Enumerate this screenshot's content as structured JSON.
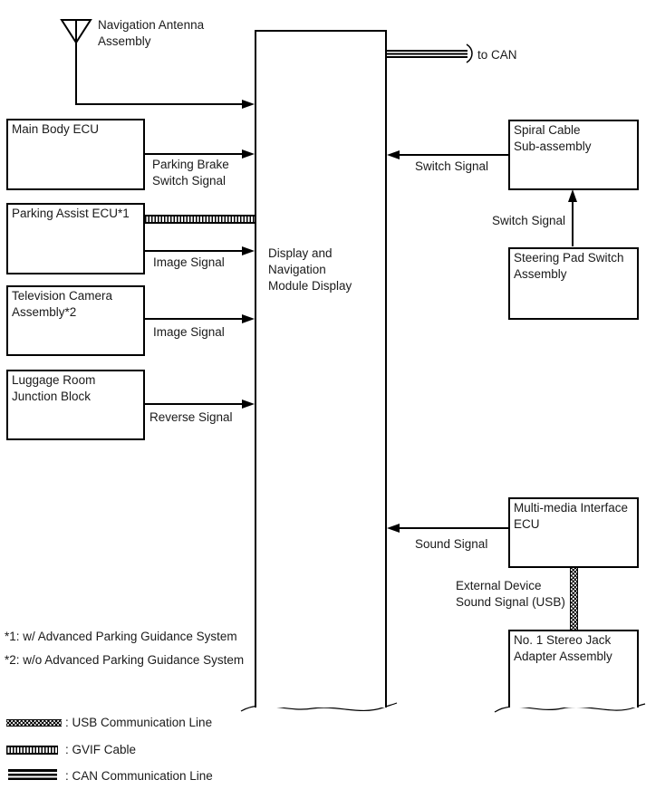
{
  "diagram": {
    "nodes": {
      "navigation_antenna": {
        "label": "Navigation Antenna\nAssembly"
      },
      "main_body_ecu": {
        "label": "Main Body ECU"
      },
      "parking_assist_ecu": {
        "label": "Parking Assist ECU*1"
      },
      "television_camera": {
        "label": "Television Camera\nAssembly*2"
      },
      "luggage_room": {
        "label": "Luggage Room\nJunction Block"
      },
      "display_module": {
        "label": "Display and\nNavigation\nModule Display"
      },
      "spiral_cable": {
        "label": "Spiral Cable\nSub-assembly"
      },
      "steering_pad": {
        "label": "Steering Pad Switch\nAssembly"
      },
      "multimedia_ecu": {
        "label": "Multi-media Interface\nECU"
      },
      "stereo_jack": {
        "label": "No. 1 Stereo Jack\nAdapter Assembly"
      }
    },
    "signals": {
      "parking_brake": "Parking Brake\nSwitch Signal",
      "image_1": "Image Signal",
      "image_2": "Image Signal",
      "reverse": "Reverse Signal",
      "switch_to_display": "Switch Signal",
      "switch_to_spiral": "Switch Signal",
      "sound": "Sound Signal",
      "external_device": "External Device\nSound Signal (USB)",
      "to_can": "to CAN"
    },
    "footnotes": [
      "*1: w/ Advanced Parking Guidance System",
      "*2: w/o Advanced Parking Guidance System"
    ],
    "legend": [
      {
        "pattern": "usb",
        "label": ": USB Communication Line"
      },
      {
        "pattern": "gvif",
        "label": ": GVIF Cable"
      },
      {
        "pattern": "can",
        "label": ": CAN Communication Line"
      }
    ],
    "colors": {
      "line": "#000000",
      "background": "#ffffff"
    }
  }
}
